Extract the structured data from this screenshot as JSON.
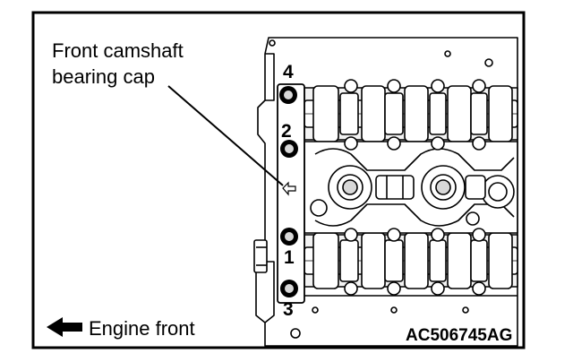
{
  "callout": {
    "line1": "Front camshaft",
    "line2": "bearing cap"
  },
  "bolt_numbers": [
    "4",
    "2",
    "1",
    "3"
  ],
  "legend": {
    "arrow_icon": "left-arrow-icon",
    "text": "Engine front"
  },
  "figure_code": "AC506745AG",
  "colors": {
    "ink": "#000000",
    "paper": "#ffffff",
    "shade": "#d8d8d8"
  }
}
